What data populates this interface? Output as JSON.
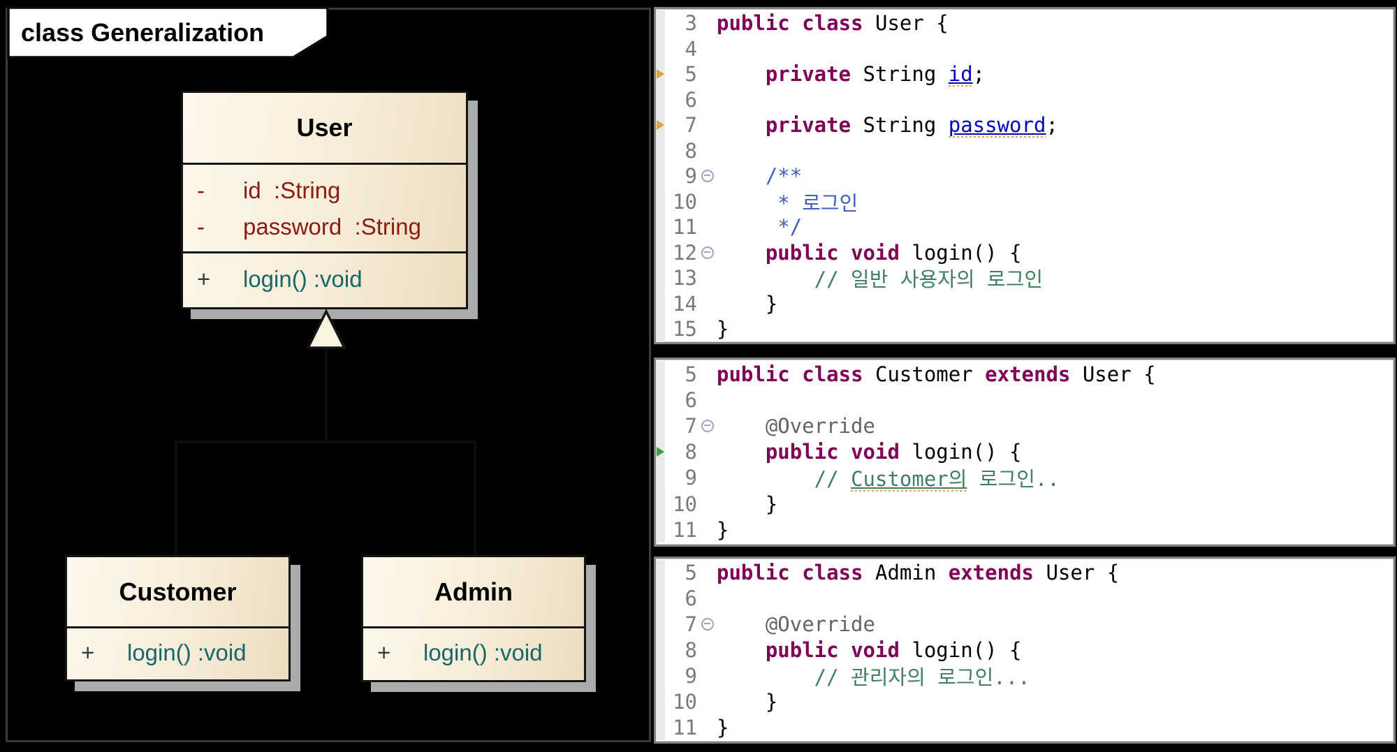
{
  "frame": {
    "label": "class Generalization"
  },
  "diagram": {
    "relation": "generalization",
    "classes": [
      {
        "name": "User",
        "attributes": [
          {
            "sign": "-",
            "text": "id  :String"
          },
          {
            "sign": "-",
            "text": "password  :String"
          }
        ],
        "operations": [
          {
            "sign": "+",
            "text": "login() :void"
          }
        ]
      },
      {
        "name": "Customer",
        "operations": [
          {
            "sign": "+",
            "text": "login() :void"
          }
        ]
      },
      {
        "name": "Admin",
        "operations": [
          {
            "sign": "+",
            "text": "login() :void"
          }
        ]
      }
    ]
  },
  "editor_panels": [
    {
      "lines": [
        {
          "n": "3",
          "tokens": [
            [
              "kw",
              "public"
            ],
            [
              "pl",
              " "
            ],
            [
              "kw",
              "class"
            ],
            [
              "pl",
              " User {"
            ]
          ]
        },
        {
          "n": "4",
          "tokens": []
        },
        {
          "n": "5",
          "warn": true,
          "tokens": [
            [
              "pl",
              "    "
            ],
            [
              "kw",
              "private"
            ],
            [
              "pl",
              " String "
            ],
            [
              "fld",
              "id"
            ],
            [
              "pl",
              ";"
            ]
          ]
        },
        {
          "n": "6",
          "tokens": []
        },
        {
          "n": "7",
          "warn": true,
          "tokens": [
            [
              "pl",
              "    "
            ],
            [
              "kw",
              "private"
            ],
            [
              "pl",
              " String "
            ],
            [
              "fld",
              "password"
            ],
            [
              "pl",
              ";"
            ]
          ]
        },
        {
          "n": "8",
          "tokens": []
        },
        {
          "n": "9",
          "fold": true,
          "tokens": [
            [
              "jd",
              "    /**"
            ]
          ]
        },
        {
          "n": "10",
          "tokens": [
            [
              "jd",
              "     * 로그인"
            ]
          ]
        },
        {
          "n": "11",
          "tokens": [
            [
              "jd",
              "     */"
            ]
          ]
        },
        {
          "n": "12",
          "fold": true,
          "tokens": [
            [
              "pl",
              "    "
            ],
            [
              "kw",
              "public"
            ],
            [
              "pl",
              " "
            ],
            [
              "kw",
              "void"
            ],
            [
              "pl",
              " login() {"
            ]
          ]
        },
        {
          "n": "13",
          "tokens": [
            [
              "cm",
              "        // 일반 사용자의 로그인"
            ]
          ]
        },
        {
          "n": "14",
          "tokens": [
            [
              "pl",
              "    }"
            ]
          ]
        },
        {
          "n": "15",
          "tokens": [
            [
              "pl",
              "}"
            ]
          ]
        }
      ]
    },
    {
      "lines": [
        {
          "n": "5",
          "tokens": [
            [
              "kw",
              "public"
            ],
            [
              "pl",
              " "
            ],
            [
              "kw",
              "class"
            ],
            [
              "pl",
              " Customer "
            ],
            [
              "kw",
              "extends"
            ],
            [
              "pl",
              " User {"
            ]
          ]
        },
        {
          "n": "6",
          "tokens": []
        },
        {
          "n": "7",
          "fold": true,
          "tokens": [
            [
              "ann",
              "    @Override"
            ]
          ]
        },
        {
          "n": "8",
          "ovr": true,
          "tokens": [
            [
              "pl",
              "    "
            ],
            [
              "kw",
              "public"
            ],
            [
              "pl",
              " "
            ],
            [
              "kw",
              "void"
            ],
            [
              "pl",
              " login() {"
            ]
          ]
        },
        {
          "n": "9",
          "tokens": [
            [
              "cm",
              "        // "
            ],
            [
              "cmu",
              "Customer의"
            ],
            [
              "cm",
              " 로그인.."
            ]
          ]
        },
        {
          "n": "10",
          "tokens": [
            [
              "pl",
              "    }"
            ]
          ]
        },
        {
          "n": "11",
          "tokens": [
            [
              "pl",
              "}"
            ]
          ]
        }
      ]
    },
    {
      "lines": [
        {
          "n": "5",
          "tokens": [
            [
              "kw",
              "public"
            ],
            [
              "pl",
              " "
            ],
            [
              "kw",
              "class"
            ],
            [
              "pl",
              " Admin "
            ],
            [
              "kw",
              "extends"
            ],
            [
              "pl",
              " User {"
            ]
          ]
        },
        {
          "n": "6",
          "tokens": []
        },
        {
          "n": "7",
          "fold": true,
          "tokens": [
            [
              "ann",
              "    @Override"
            ]
          ]
        },
        {
          "n": "8",
          "tokens": [
            [
              "pl",
              "    "
            ],
            [
              "kw",
              "public"
            ],
            [
              "pl",
              " "
            ],
            [
              "kw",
              "void"
            ],
            [
              "pl",
              " login() {"
            ]
          ]
        },
        {
          "n": "9",
          "tokens": [
            [
              "cm",
              "        // 관리자의 로그인..."
            ]
          ]
        },
        {
          "n": "10",
          "tokens": [
            [
              "pl",
              "    }"
            ]
          ]
        },
        {
          "n": "11",
          "tokens": [
            [
              "pl",
              "}"
            ]
          ]
        }
      ]
    }
  ],
  "colors": {
    "keyword": "#7f0055",
    "field": "#0000c0",
    "javadoc": "#3f5fbf",
    "comment": "#3f7f5f",
    "annotation": "#646464",
    "line_number": "#7a7a7a",
    "uml_attribute": "#8b1a10",
    "uml_operation": "#17666a",
    "uml_box_fill": "#f7ecd8",
    "uml_box_shadow": "#ababab",
    "warning_marker": "#e2a33c",
    "override_marker": "#3f9c3f",
    "background": "#000000"
  }
}
